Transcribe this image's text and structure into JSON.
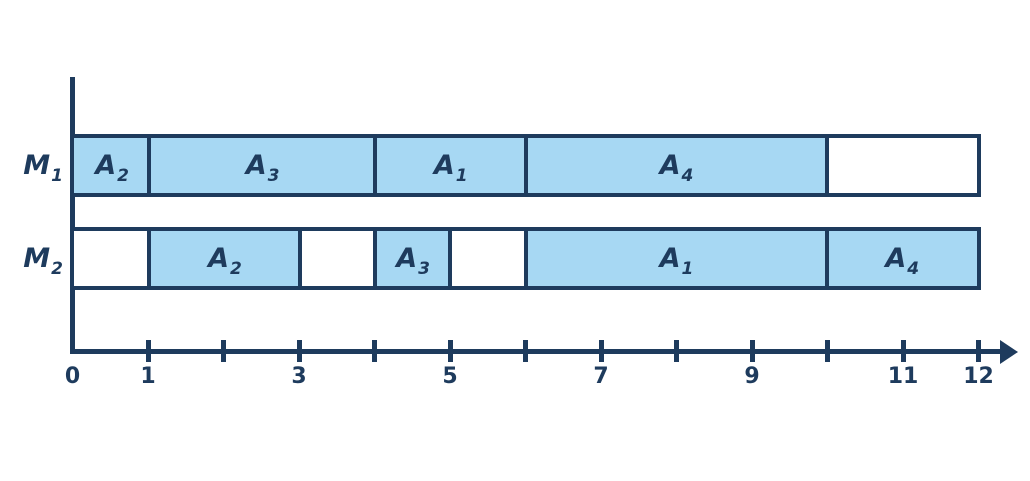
{
  "chart_data": {
    "type": "bar",
    "variant": "gantt-machine-schedule",
    "title": "",
    "xlabel": "",
    "ylabel": "",
    "xlim": [
      0,
      12
    ],
    "grid": false,
    "legend": "none",
    "x_ticks": [
      1,
      2,
      3,
      4,
      5,
      6,
      7,
      8,
      9,
      10,
      11,
      12
    ],
    "x_tick_labels_shown": [
      0,
      1,
      3,
      5,
      7,
      9,
      11,
      12
    ],
    "rows": [
      {
        "machine": {
          "base": "M",
          "sub": "1"
        },
        "blocks": [
          {
            "job": {
              "base": "A",
              "sub": "2"
            },
            "start": 0,
            "end": 1
          },
          {
            "job": {
              "base": "A",
              "sub": "3"
            },
            "start": 1,
            "end": 4
          },
          {
            "job": {
              "base": "A",
              "sub": "1"
            },
            "start": 4,
            "end": 6
          },
          {
            "job": {
              "base": "A",
              "sub": "4"
            },
            "start": 6,
            "end": 10
          }
        ],
        "idle": [
          {
            "start": 10,
            "end": 12
          }
        ]
      },
      {
        "machine": {
          "base": "M",
          "sub": "2"
        },
        "blocks": [
          {
            "job": {
              "base": "A",
              "sub": "2"
            },
            "start": 1,
            "end": 3
          },
          {
            "job": {
              "base": "A",
              "sub": "3"
            },
            "start": 4,
            "end": 5
          },
          {
            "job": {
              "base": "A",
              "sub": "1"
            },
            "start": 6,
            "end": 10
          },
          {
            "job": {
              "base": "A",
              "sub": "4"
            },
            "start": 10,
            "end": 12
          }
        ],
        "idle": [
          {
            "start": 0,
            "end": 1
          },
          {
            "start": 3,
            "end": 4
          },
          {
            "start": 5,
            "end": 6
          }
        ]
      }
    ],
    "colors": {
      "line": "#1e3b5d",
      "block_fill": "#a7d8f3",
      "background": "#ffffff"
    }
  }
}
